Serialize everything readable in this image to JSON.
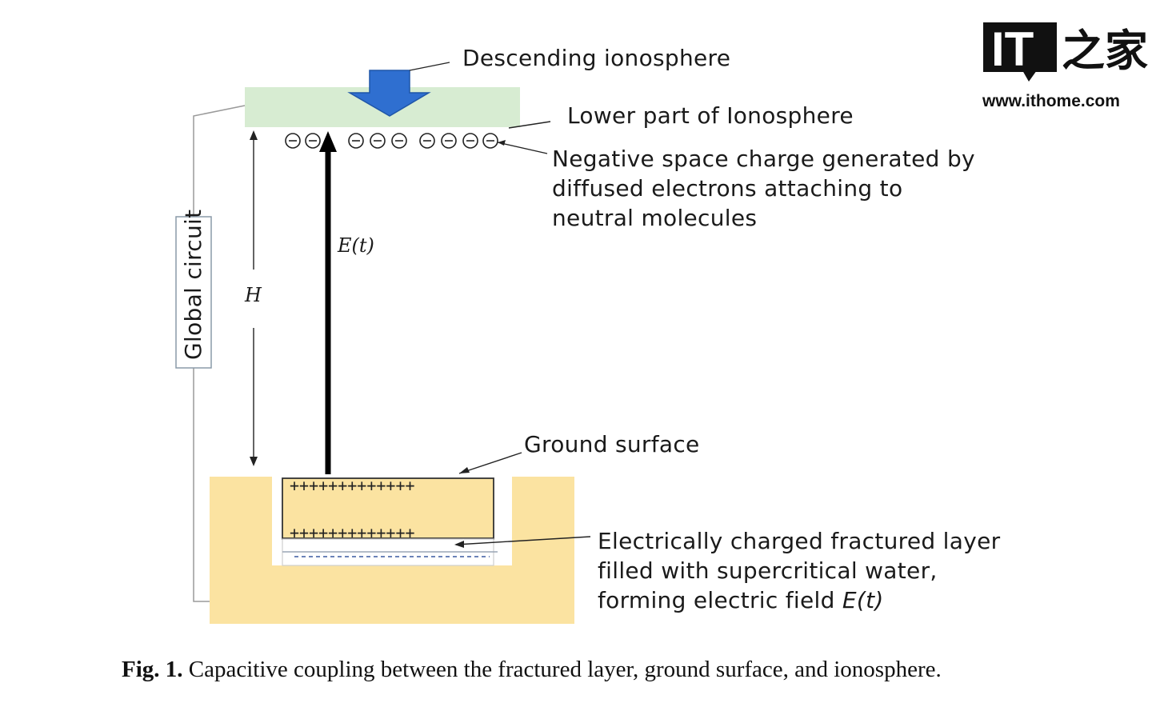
{
  "labels": {
    "descending": "Descending ionosphere",
    "lower_part": "Lower part of Ionosphere",
    "negative_charge": [
      "Negative space charge generated by",
      "diffused electrons attaching to",
      "neutral molecules"
    ],
    "global_circuit": "Global circuit",
    "height_var": "H",
    "field_var": "E(t)",
    "ground_surface": "Ground surface",
    "fractured_layer": [
      "Electrically charged fractured layer",
      "filled with supercritical water,",
      "forming electric field "
    ],
    "fractured_layer_var": "E(t)",
    "plus_row": "+++++++++++++",
    "electron_symbol": "⊖"
  },
  "caption": {
    "bold": "Fig. 1.",
    "text": " Capacitive coupling between the fractured layer, ground surface, and ionosphere."
  },
  "logo": {
    "mark": "IT",
    "cjk": "之家",
    "url": "www.ithome.com"
  },
  "colors": {
    "ionosphere_band": "#d7ecd2",
    "arrow_blue": "#2f6fd0",
    "ground_fill": "#fbe3a1",
    "line_gray": "#9a9a9a"
  }
}
